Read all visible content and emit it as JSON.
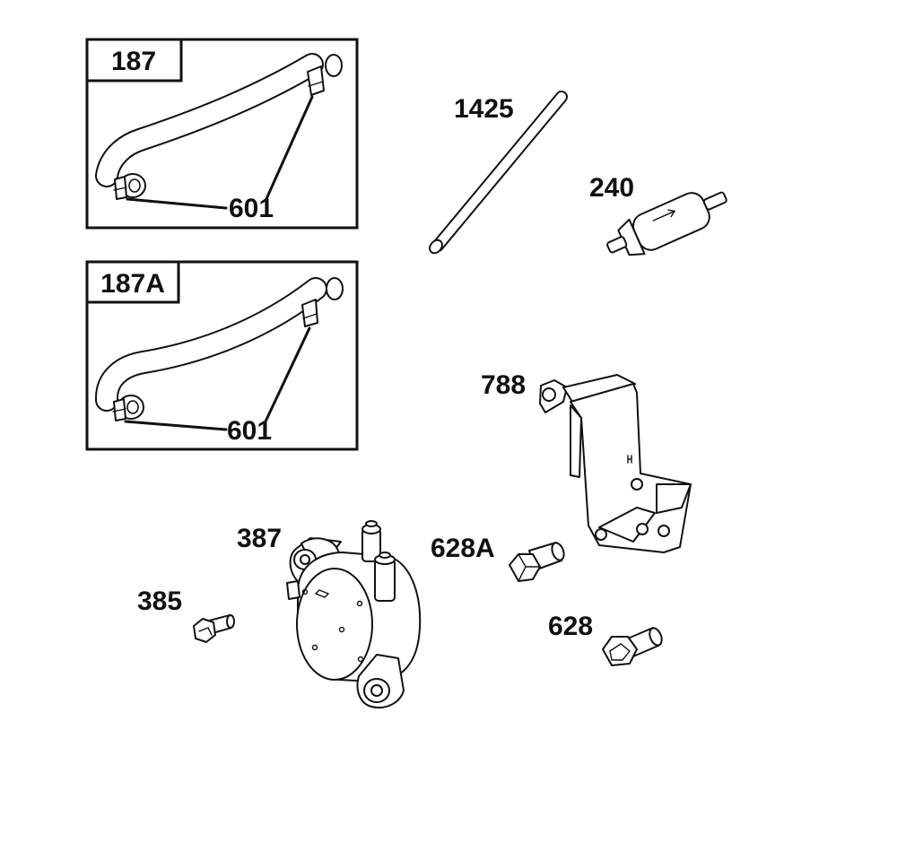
{
  "labels": {
    "hose_kit": "187",
    "hose_kit_alt": "187A",
    "clamp_a": "601",
    "clamp_b": "601",
    "fuel_line": "1425",
    "fuel_filter": "240",
    "bracket": "788",
    "fuel_pump": "387",
    "pump_screw": "385",
    "screw_a": "628A",
    "screw": "628"
  },
  "colors": {
    "ink": "#111111",
    "paper": "#ffffff"
  }
}
